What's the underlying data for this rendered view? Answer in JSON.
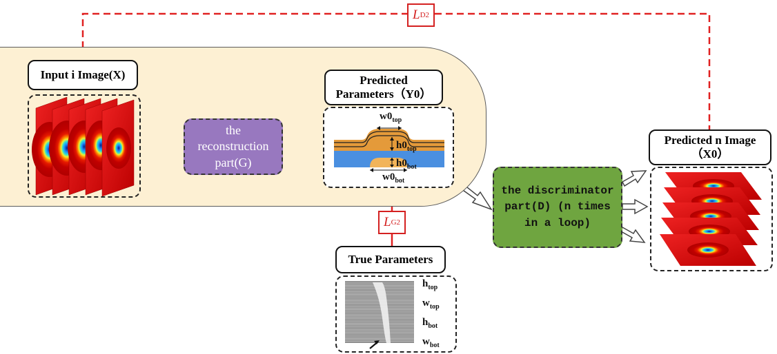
{
  "input_title": "Input i Image(X)",
  "generator_label": "the reconstruction part(G)",
  "predicted_params_title": "Predicted Parameters（Y0）",
  "structure_labels": {
    "w_top": {
      "base": "w0",
      "sub": "top"
    },
    "h_top": {
      "base": "h0",
      "sub": "top"
    },
    "h_bot": {
      "base": "h0",
      "sub": "bot"
    },
    "w_bot": {
      "base": "w0",
      "sub": "bot"
    }
  },
  "discriminator_label": "the discriminator part(D) (n times in a loop)",
  "predicted_image_title": "Predicted n Image（X0）",
  "true_params_title": "True Parameters",
  "true_param_labels": [
    {
      "base": "h",
      "sub": "top"
    },
    {
      "base": "w",
      "sub": "top"
    },
    {
      "base": "h",
      "sub": "bot"
    },
    {
      "base": "w",
      "sub": "bot"
    }
  ],
  "loss_D": {
    "base": "L",
    "sub": "D2"
  },
  "loss_G": {
    "base": "L",
    "sub": "G2"
  },
  "colors": {
    "loss_line": "#e02020",
    "pill": "#fdf0d3",
    "generator": "#9878bf",
    "discriminator": "#6fa540"
  }
}
